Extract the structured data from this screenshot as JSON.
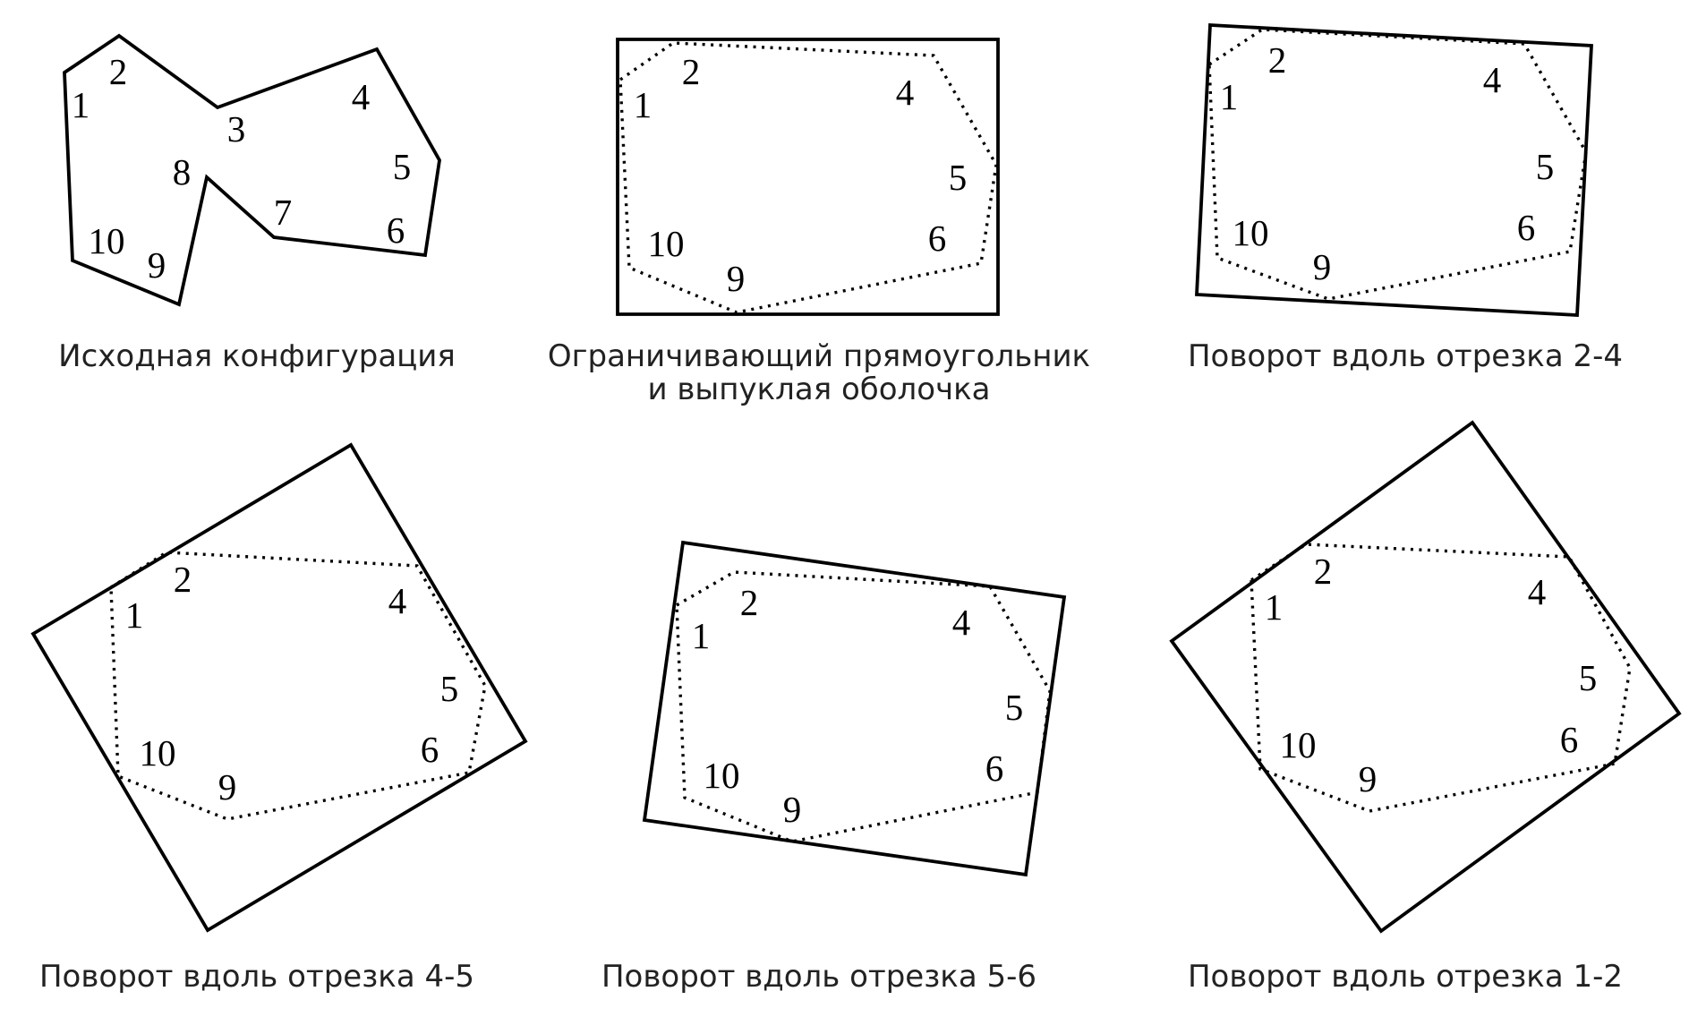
{
  "panels": [
    {
      "caption": [
        "Исходная конфигурация"
      ],
      "vertex_labels": [
        "1",
        "2",
        "3",
        "4",
        "5",
        "6",
        "7",
        "8",
        "9",
        "10"
      ]
    },
    {
      "caption": [
        "Ограничивающий прямоугольник",
        "и выпуклая оболочка"
      ],
      "vertex_labels": [
        "1",
        "2",
        "4",
        "5",
        "6",
        "9",
        "10"
      ]
    },
    {
      "caption": [
        "Поворот вдоль отрезка 2-4"
      ],
      "vertex_labels": [
        "1",
        "2",
        "4",
        "5",
        "6",
        "9",
        "10"
      ]
    },
    {
      "caption": [
        "Поворот вдоль отрезка 4-5"
      ],
      "vertex_labels": [
        "1",
        "2",
        "4",
        "5",
        "6",
        "9",
        "10"
      ]
    },
    {
      "caption": [
        "Поворот вдоль отрезка 5-6"
      ],
      "vertex_labels": [
        "1",
        "2",
        "4",
        "5",
        "6",
        "9",
        "10"
      ]
    },
    {
      "caption": [
        "Поворот вдоль отрезка 1-2"
      ],
      "vertex_labels": [
        "1",
        "2",
        "4",
        "5",
        "6",
        "9",
        "10"
      ]
    }
  ]
}
